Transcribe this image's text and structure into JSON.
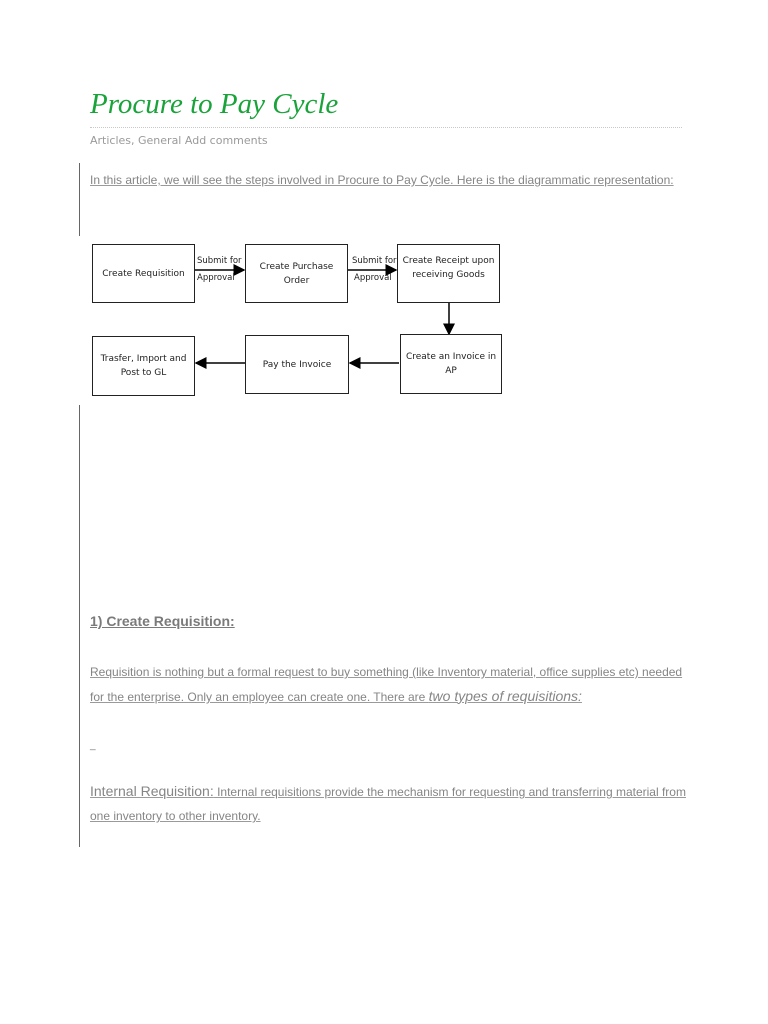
{
  "article": {
    "title": "Procure to Pay Cycle",
    "meta": {
      "categories": "Articles, General",
      "comments_link": "Add comments"
    },
    "intro": "In this article, we will see the steps involved in Procure to Pay Cycle. Here is the diagrammatic representation:"
  },
  "diagram": {
    "nodes": {
      "create_requisition": "Create Requisition",
      "create_po": "Create Purchase Order",
      "create_receipt": "Create Receipt upon receiving Goods",
      "create_invoice": "Create an Invoice in AP",
      "pay_invoice": "Pay the Invoice",
      "transfer_gl": "Trasfer, Import and Post to GL"
    },
    "edges": {
      "submit_1_line1": "Submit for",
      "submit_1_line2": "Approval",
      "submit_2_line1": "Submit for",
      "submit_2_line2": "Approval"
    }
  },
  "section1": {
    "heading": "1) Create Requisition:",
    "para_main": "Requisition is nothing but a formal request to buy something (like Inventory material, office supplies etc) needed for the enterprise. Only an employee can create one. There are ",
    "para_emph": "two types of requisitions:",
    "dash": "_",
    "internal_label": "Internal Requisition:",
    "internal_text": " Internal requisitions provide the mechanism for requesting and transferring material from one inventory to other inventory."
  }
}
